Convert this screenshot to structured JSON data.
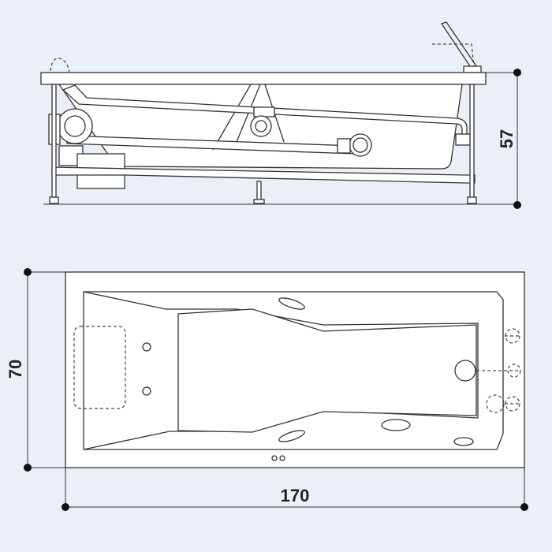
{
  "diagram": {
    "subject": "bathtub",
    "views": [
      "side-view",
      "top-view"
    ],
    "dimensions": {
      "height": "57",
      "width": "70",
      "length": "170"
    }
  }
}
